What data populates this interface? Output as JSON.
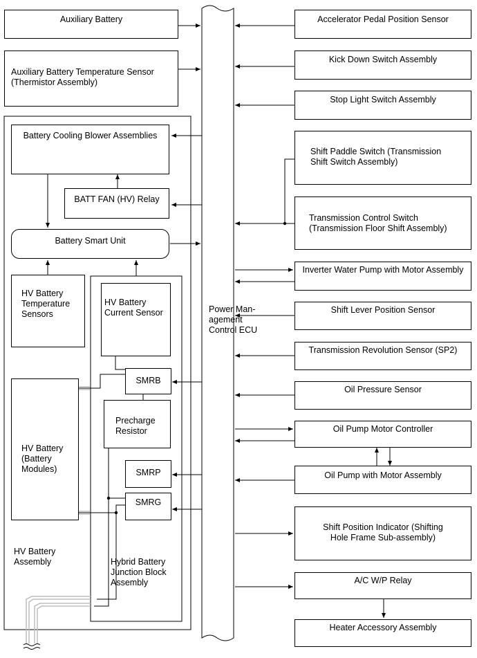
{
  "ecu": {
    "label": "Power Man-\nagement\nControl ECU"
  },
  "left": {
    "auxiliary_battery": "Auxiliary Battery",
    "aux_temp_sensor": "Auxiliary Battery Temperature Sensor\n(Thermistor Assembly)",
    "blower": "Battery Cooling Blower Assemblies",
    "batt_fan_relay": "BATT FAN (HV) Relay",
    "smart_unit": "Battery Smart Unit",
    "hv_temp_sensors": "HV Battery\nTemperature\nSensors",
    "hv_current_sensor": "HV Battery\nCurrent Sensor",
    "smrb": "SMRB",
    "precharge": "Precharge\nResistor",
    "smrp": "SMRP",
    "smrg": "SMRG",
    "hv_battery": "HV Battery\n(Battery\nModules)",
    "hv_battery_assembly": "HV Battery\nAssembly",
    "junction_block": "Hybrid Battery\nJunction Block\nAssembly"
  },
  "right": {
    "accel_sensor": "Accelerator Pedal Position Sensor",
    "kick_down": "Kick Down Switch Assembly",
    "stop_light": "Stop Light Switch Assembly",
    "shift_paddle": "Shift Paddle Switch (Transmission\nShift Switch Assembly)",
    "trans_control": "Transmission Control Switch\n(Transmission Floor Shift Assembly)",
    "inverter_pump": "Inverter Water Pump with Motor Assembly",
    "shift_lever": "Shift Lever Position Sensor",
    "trans_rev": "Transmission Revolution Sensor (SP2)",
    "oil_pressure": "Oil Pressure Sensor",
    "oil_pump_ctrl": "Oil Pump Motor Controller",
    "oil_pump_motor": "Oil Pump with Motor Assembly",
    "shift_indicator": "Shift Position Indicator (Shifting\nHole Frame Sub-assembly)",
    "ac_wp_relay": "A/C W/P Relay",
    "heater": "Heater Accessory Assembly"
  }
}
